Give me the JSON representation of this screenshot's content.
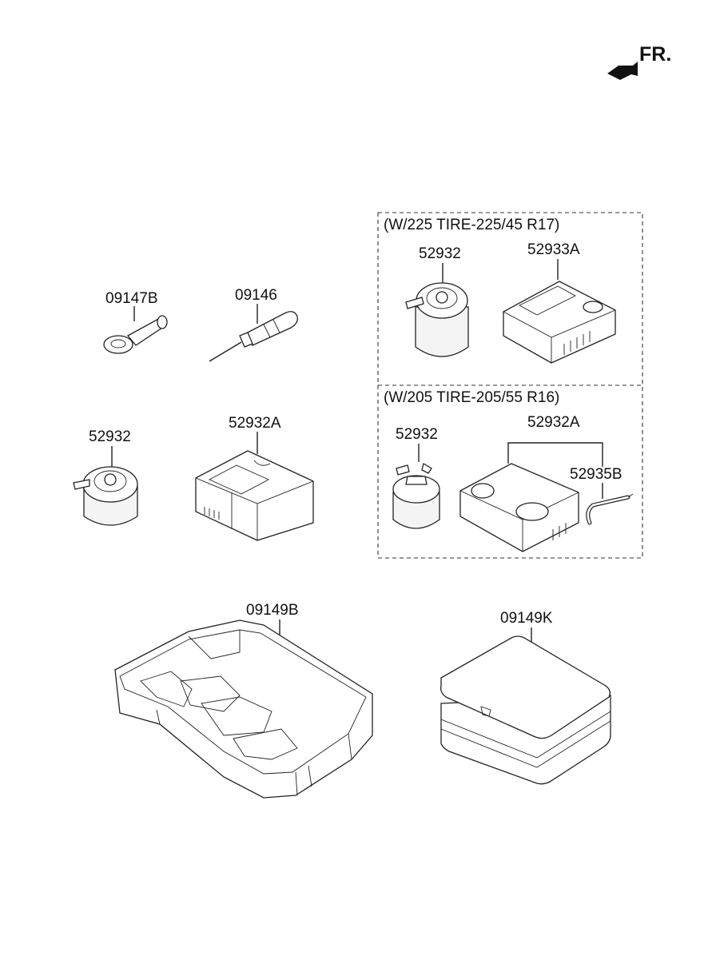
{
  "direction": {
    "label": "FR."
  },
  "options": [
    {
      "label": "(W/225 TIRE-225/45 R17)"
    },
    {
      "label": "(W/205 TIRE-205/55 R16)"
    }
  ],
  "parts": {
    "p09147B": "09147B",
    "p09146": "09146",
    "p52932_std": "52932",
    "p52932A_std": "52932A",
    "p52932_opt1": "52932",
    "p52933A": "52933A",
    "p52932_opt2": "52932",
    "p52932A_opt2": "52932A",
    "p52935B": "52935B",
    "p09149B": "09149B",
    "p09149K": "09149K"
  }
}
